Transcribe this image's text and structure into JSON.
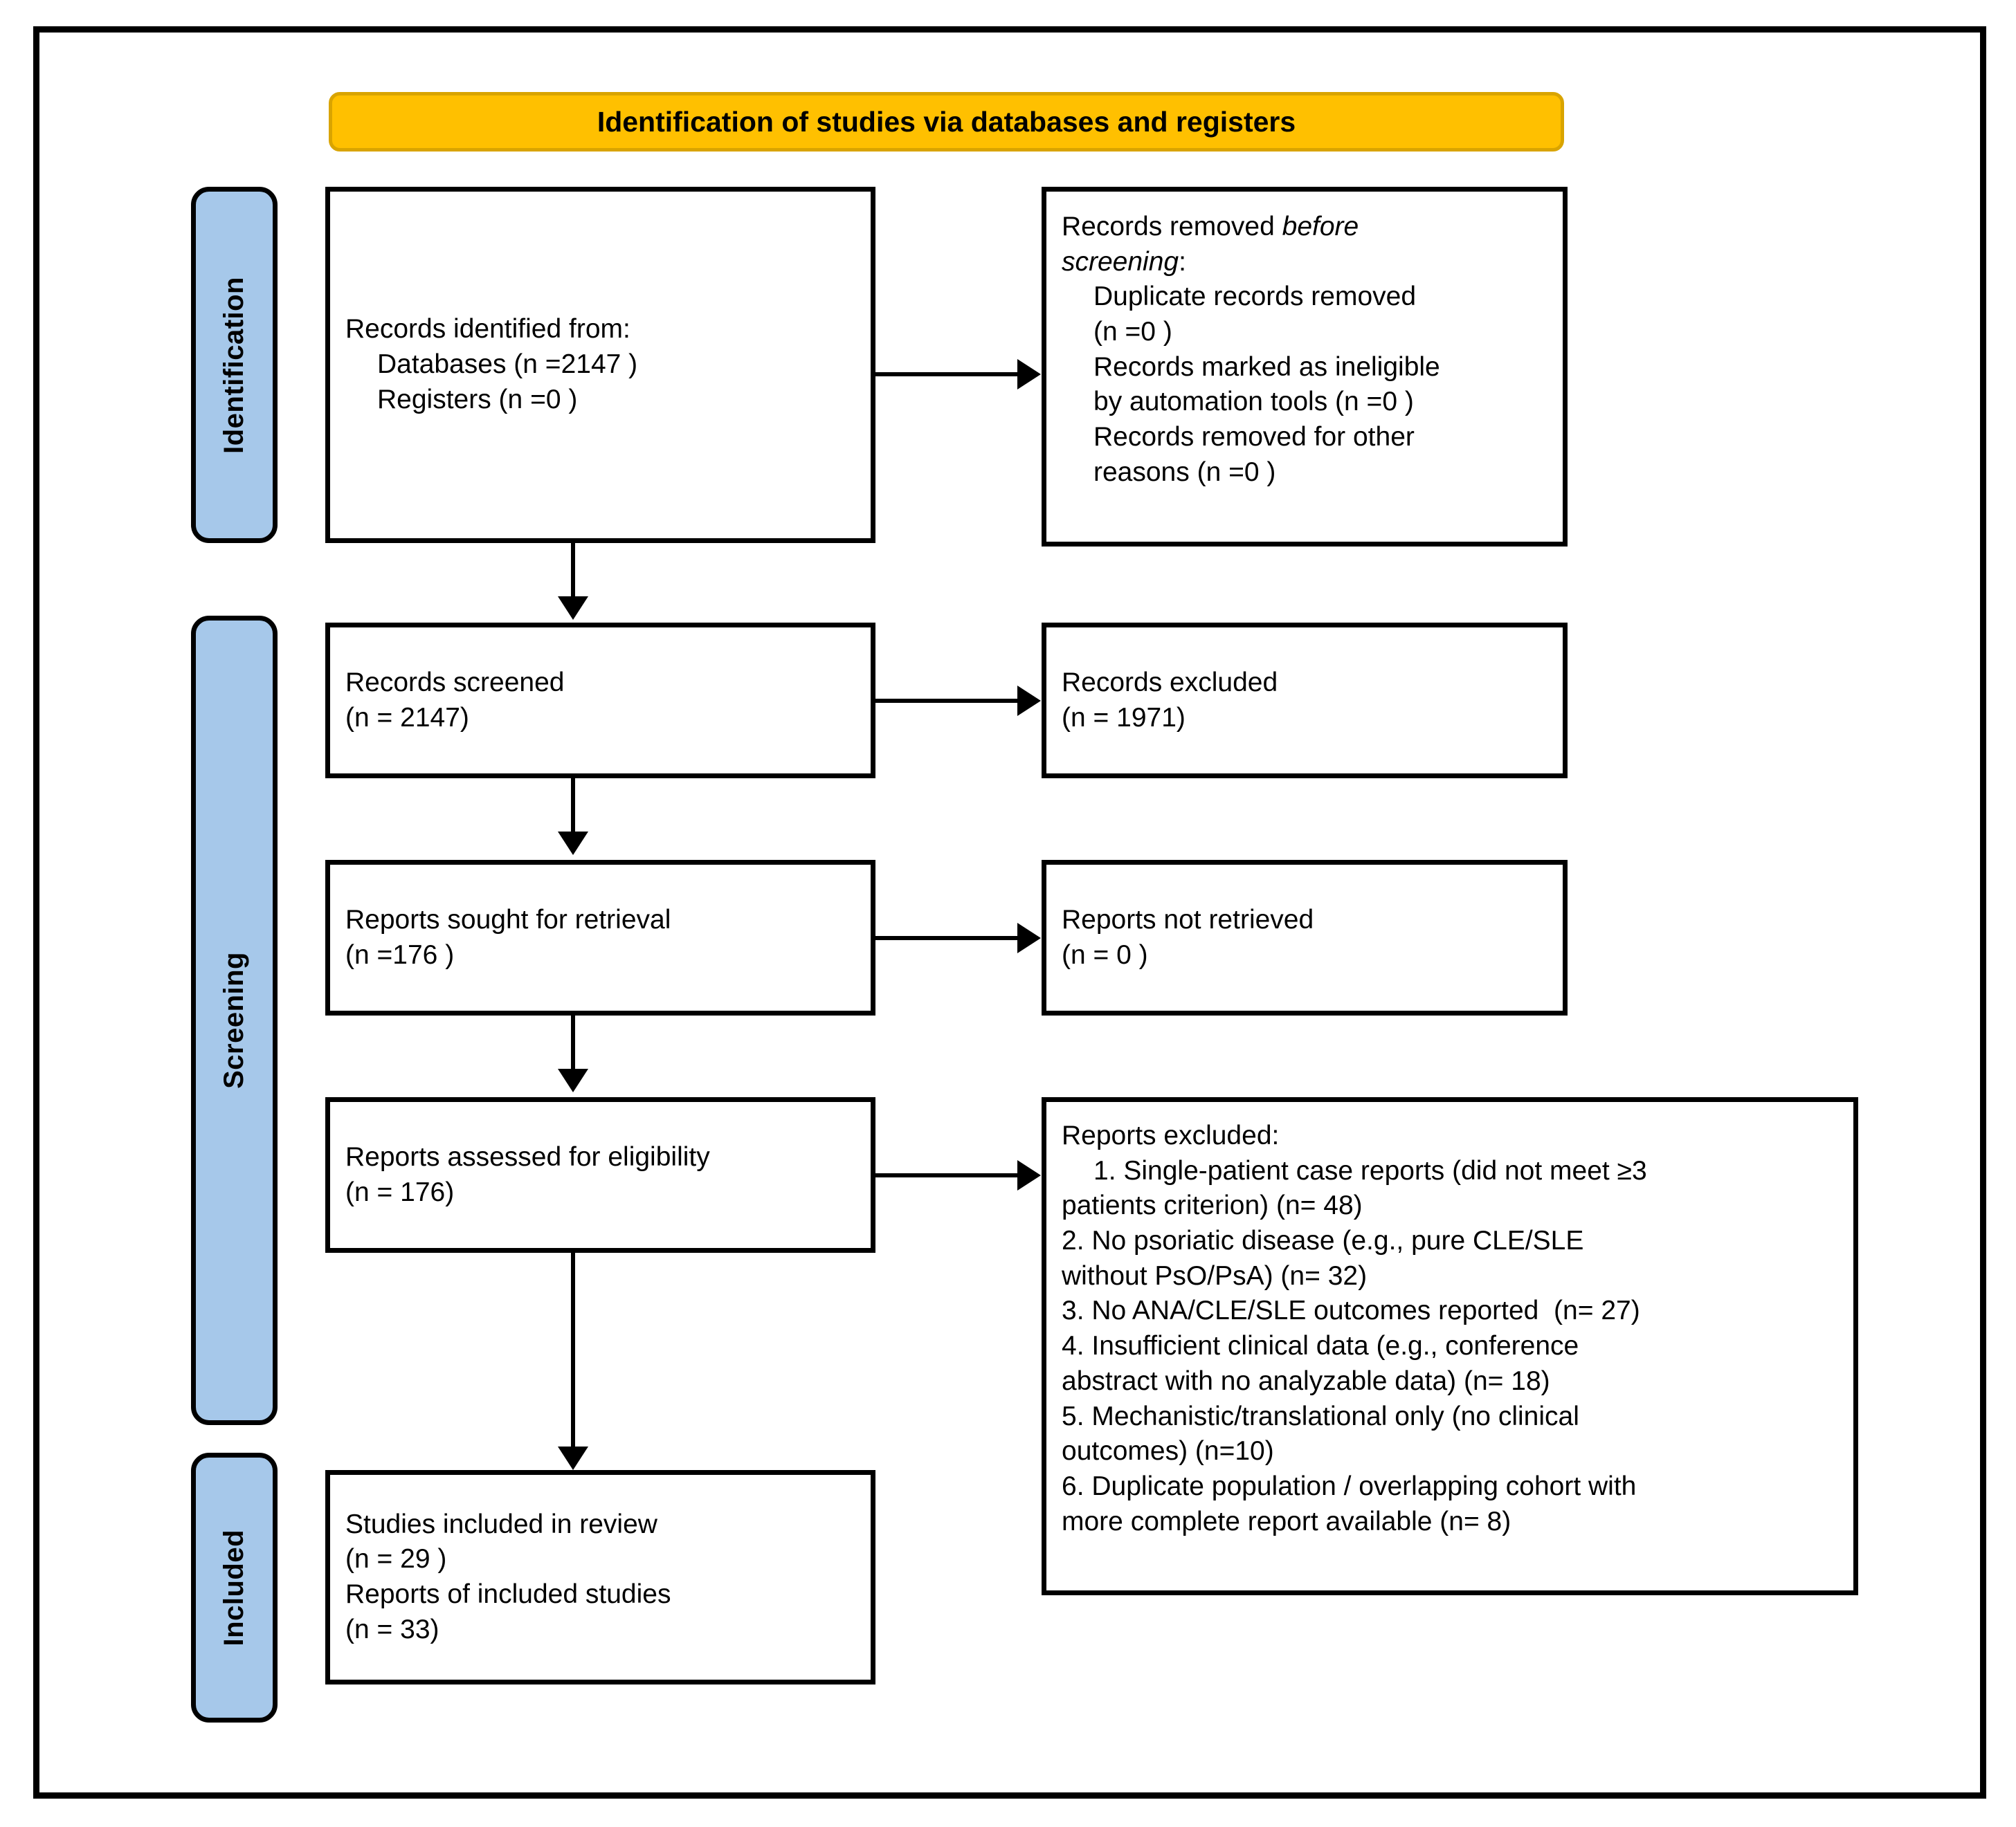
{
  "diagram": {
    "title": "Identification of studies via databases and registers",
    "colors": {
      "banner": "#FFC000",
      "stage_bar": "#A6C8EA",
      "box_border": "#000000",
      "background": "#FFFFFF"
    },
    "stages": [
      {
        "id": "identification",
        "label": "Identification"
      },
      {
        "id": "screening",
        "label": "Screening"
      },
      {
        "id": "included",
        "label": "Included"
      }
    ],
    "boxes": {
      "records_identified": {
        "lines": [
          {
            "text": "Records identified from:",
            "indent": 0
          },
          {
            "text": "Databases (n =2147 )",
            "indent": 1
          },
          {
            "text": "Registers (n =0 )",
            "indent": 1
          }
        ]
      },
      "records_removed": {
        "lines": [
          {
            "text": "Records removed before",
            "indent": 0
          },
          {
            "text": "screening:",
            "indent": 0
          },
          {
            "text": "Duplicate records removed",
            "indent": 1
          },
          {
            "text": "(n =0 )",
            "indent": 1
          },
          {
            "text": "Records marked as ineligible",
            "indent": 1
          },
          {
            "text": "by automation tools (n =0 )",
            "indent": 1
          },
          {
            "text": "Records removed for other",
            "indent": 1
          },
          {
            "text": "reasons (n =0 )",
            "indent": 1
          }
        ]
      },
      "records_screened": {
        "lines": [
          {
            "text": "Records screened",
            "indent": 0
          },
          {
            "text": "(n = 2147)",
            "indent": 0
          }
        ]
      },
      "records_excluded": {
        "lines": [
          {
            "text": "Records excluded",
            "indent": 0
          },
          {
            "text": "(n = 1971)",
            "indent": 0
          }
        ]
      },
      "reports_sought": {
        "lines": [
          {
            "text": "Reports sought for retrieval",
            "indent": 0
          },
          {
            "text": "(n =176 )",
            "indent": 0
          }
        ]
      },
      "reports_not_retrieved": {
        "lines": [
          {
            "text": "Reports not retrieved",
            "indent": 0
          },
          {
            "text": "(n = 0 )",
            "indent": 0
          }
        ]
      },
      "reports_assessed": {
        "lines": [
          {
            "text": "Reports assessed for eligibility",
            "indent": 0
          },
          {
            "text": "(n = 176)",
            "indent": 0
          }
        ]
      },
      "reports_excluded": {
        "lines": [
          {
            "text": "Reports excluded:",
            "indent": 0
          },
          {
            "text": "1. Single-patient case reports (did not meet ≥3",
            "indent": 1
          },
          {
            "text": "patients criterion) (n= 48)",
            "indent": 0
          },
          {
            "text": "2. No psoriatic disease (e.g., pure CLE/SLE",
            "indent": 0
          },
          {
            "text": "without PsO/PsA) (n= 32)",
            "indent": 0
          },
          {
            "text": "3. No ANA/CLE/SLE outcomes reported  (n= 27)",
            "indent": 0
          },
          {
            "text": "4. Insufficient clinical data (e.g., conference",
            "indent": 0
          },
          {
            "text": "abstract with no analyzable data) (n= 18)",
            "indent": 0
          },
          {
            "text": "5. Mechanistic/translational only (no clinical",
            "indent": 0
          },
          {
            "text": "outcomes) (n=10)",
            "indent": 0
          },
          {
            "text": "6. Duplicate population / overlapping cohort with",
            "indent": 0
          },
          {
            "text": "more complete report available (n= 8)",
            "indent": 0
          }
        ]
      },
      "studies_included": {
        "lines": [
          {
            "text": "Studies included in review",
            "indent": 0
          },
          {
            "text": "(n = 29 )",
            "indent": 0
          },
          {
            "text": "Reports of included studies",
            "indent": 0
          },
          {
            "text": "(n = 33)",
            "indent": 0
          }
        ]
      }
    },
    "flow_data": {
      "databases_n": 2147,
      "registers_n": 0,
      "duplicates_removed_n": 0,
      "ineligible_automation_n": 0,
      "removed_other_n": 0,
      "records_screened_n": 2147,
      "records_excluded_n": 1971,
      "reports_sought_n": 176,
      "reports_not_retrieved_n": 0,
      "reports_assessed_n": 176,
      "reports_excluded_reasons": [
        {
          "reason": "Single-patient case reports (did not meet ≥3 patients criterion)",
          "n": 48
        },
        {
          "reason": "No psoriatic disease (e.g., pure CLE/SLE without PsO/PsA)",
          "n": 32
        },
        {
          "reason": "No ANA/CLE/SLE outcomes reported",
          "n": 27
        },
        {
          "reason": "Insufficient clinical data (e.g., conference abstract with no analyzable data)",
          "n": 18
        },
        {
          "reason": "Mechanistic/translational only (no clinical outcomes)",
          "n": 10
        },
        {
          "reason": "Duplicate population / overlapping cohort with more complete report available",
          "n": 8
        }
      ],
      "studies_included_n": 29,
      "reports_of_included_studies_n": 33
    }
  }
}
